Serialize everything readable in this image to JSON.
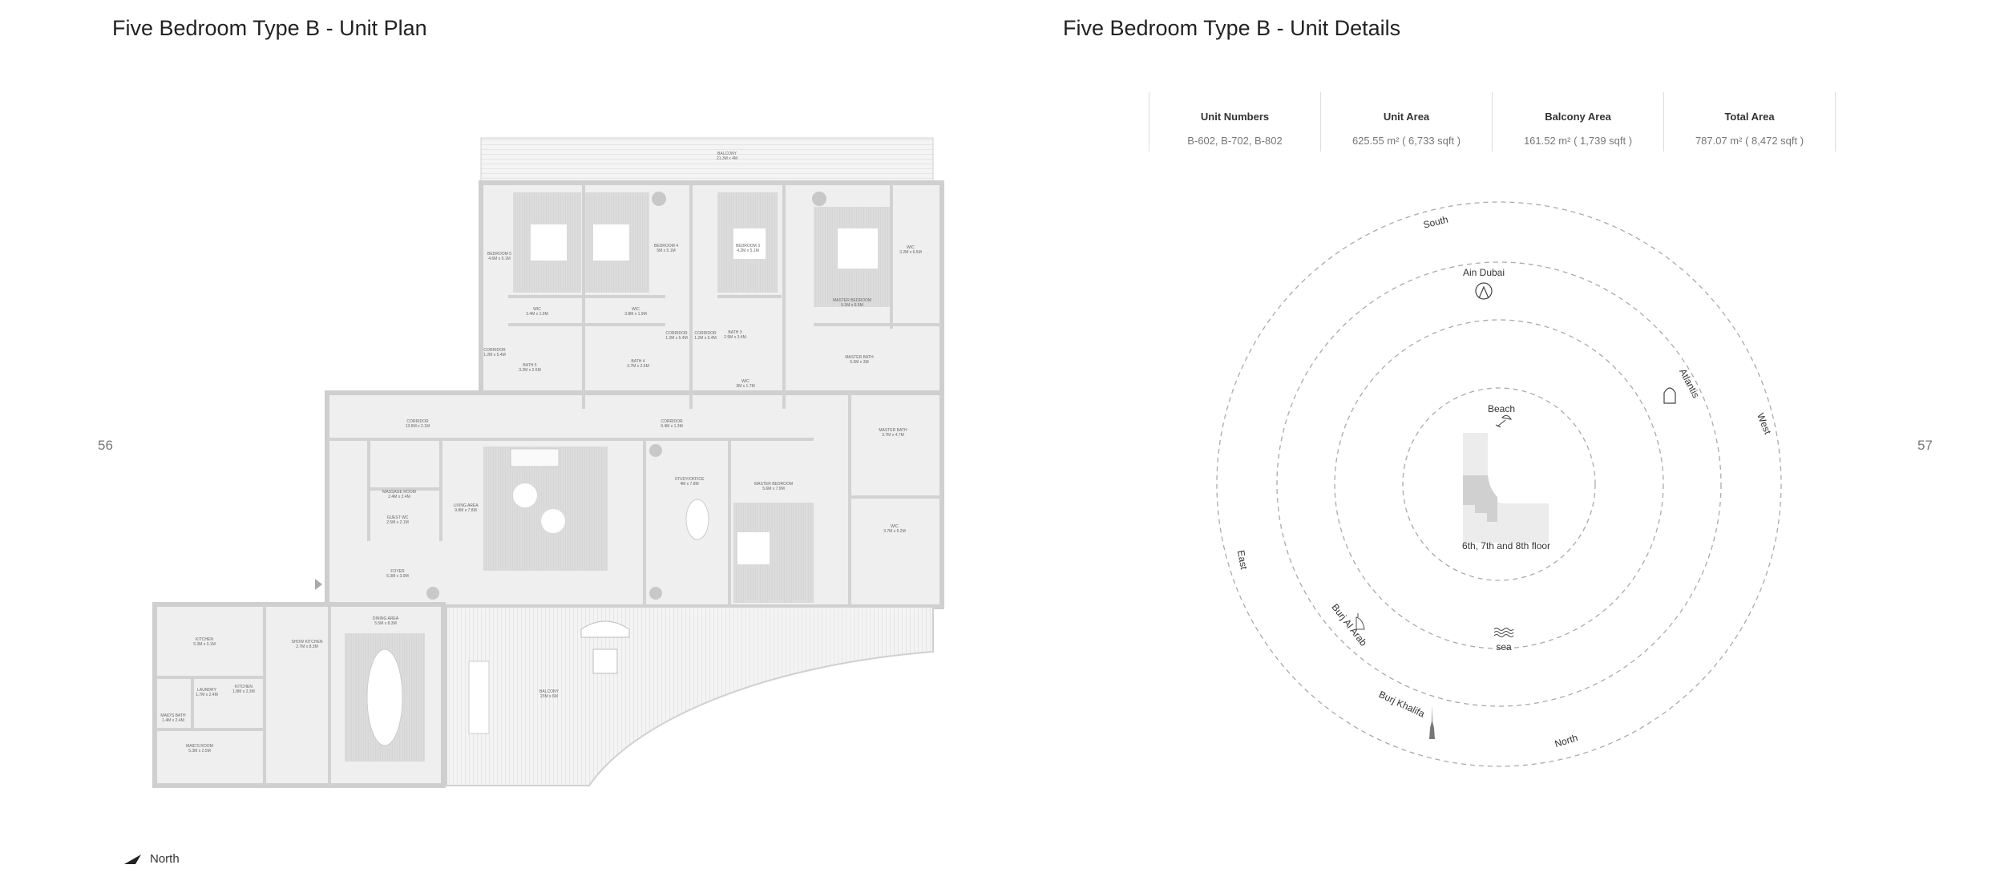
{
  "left_page": {
    "title": "Five Bedroom Type B - Unit Plan",
    "page_number": "56",
    "north_label": "North",
    "rooms": [
      {
        "name": "BALCONY",
        "dims": "21.3M x 4M"
      },
      {
        "name": "BEDROOM 5",
        "dims": "4.6M x 5.1M"
      },
      {
        "name": "BEDROOM 4",
        "dims": "5M x 5.1M"
      },
      {
        "name": "BEDROOM 3",
        "dims": "4.2M x 5.1M"
      },
      {
        "name": "WIC",
        "dims": "3.2M x 6.5M"
      },
      {
        "name": "MASTER BEDROOM",
        "dims": "5.1M x 6.5M"
      },
      {
        "name": "WIC",
        "dims": "3.4M x 1.9M"
      },
      {
        "name": "WIC",
        "dims": "3.8M x 1.9M"
      },
      {
        "name": "CORRIDOR",
        "dims": "1.2M x 5.4M"
      },
      {
        "name": "CORRIDOR",
        "dims": "1.2M x 5.4M"
      },
      {
        "name": "BATH 3",
        "dims": "2.9M x 3.4M"
      },
      {
        "name": "CORRIDOR",
        "dims": "1.2M x 5.4M"
      },
      {
        "name": "BATH 5",
        "dims": "3.2M x 2.6M"
      },
      {
        "name": "BATH 4",
        "dims": "3.7M x 2.6M"
      },
      {
        "name": "WIC",
        "dims": "3M x 1.7M"
      },
      {
        "name": "MASTER BATH",
        "dims": "5.5M x 3M"
      },
      {
        "name": "CORRIDOR",
        "dims": "13.8M x 2.1M"
      },
      {
        "name": "CORRIDOR",
        "dims": "9.4M x 1.3M"
      },
      {
        "name": "MASTER BATH",
        "dims": "3.7M x 4.7M"
      },
      {
        "name": "MASSAGE ROOM",
        "dims": "2.4M x 2.4M"
      },
      {
        "name": "GUEST WC",
        "dims": "2.5M x 2.1M"
      },
      {
        "name": "LIVING AREA",
        "dims": "9.8M x 7.8M"
      },
      {
        "name": "STUDY/OFFICE",
        "dims": "4M x 7.8M"
      },
      {
        "name": "MASTER BEDROOM",
        "dims": "5.6M x 7.9M"
      },
      {
        "name": "WIC",
        "dims": "3.7M x 5.2M"
      },
      {
        "name": "FOYER",
        "dims": "5.3M x 3.9M"
      },
      {
        "name": "DINING AREA",
        "dims": "5.5M x 8.3M"
      },
      {
        "name": "KITCHEN",
        "dims": "5.3M x 3.1M"
      },
      {
        "name": "SHOW KITCHEN",
        "dims": "2.7M x 8.3M"
      },
      {
        "name": "KITCHEN",
        "dims": "1.8M x 2.3M"
      },
      {
        "name": "LAUNDRY",
        "dims": "1.7M x 2.4M"
      },
      {
        "name": "MAID'S BATH",
        "dims": "1.4M x 2.4M"
      },
      {
        "name": "MAID'S ROOM",
        "dims": "5.3M x 2.5M"
      },
      {
        "name": "BALCONY",
        "dims": "23M x 6M"
      }
    ]
  },
  "right_page": {
    "title": "Five Bedroom Type B - Unit Details",
    "page_number": "57",
    "table": {
      "headers": [
        "Unit Numbers",
        "Unit Area",
        "Balcony Area",
        "Total Area"
      ],
      "values": [
        "B-602, B-702, B-802",
        "625.55 m² ( 6,733 sqft )",
        "161.52 m² ( 1,739 sqft )",
        "787.07 m² ( 8,472 sqft )"
      ]
    },
    "orientation": {
      "directions": {
        "south": "South",
        "west": "West",
        "east": "East",
        "north": "North"
      },
      "landmarks": {
        "ain_dubai": "Ain Dubai",
        "atlantis": "Atlantis",
        "beach": "Beach",
        "sea": "sea",
        "burj_al_arab": "Burj Al Arab",
        "burj_khalifa": "Burj Khalifa"
      },
      "floor_label": "6th, 7th and 8th floor"
    }
  }
}
